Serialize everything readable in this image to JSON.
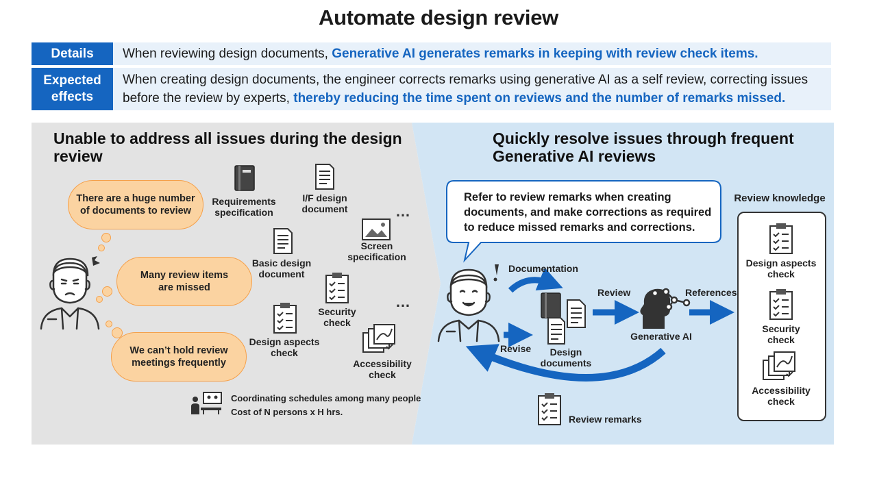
{
  "title": "Automate design review",
  "details": {
    "label": "Details",
    "text_plain": "When reviewing design documents, ",
    "text_highlight": "Generative AI generates remarks in keeping with review check items."
  },
  "effects": {
    "label_line1": "Expected",
    "label_line2": "effects",
    "line1": "When creating design documents, the engineer corrects remarks using generative AI as a self review, correcting issues",
    "line2_plain": "before the review by experts, ",
    "line2_highlight": "thereby reducing the time spent on reviews and the number of remarks missed."
  },
  "left": {
    "heading_line1": "Unable to address all issues during the design",
    "heading_line2": "review",
    "bubble1_line1": "There are a huge number",
    "bubble1_line2": "of documents to review",
    "bubble2_line1": "Many review items",
    "bubble2_line2": "are missed",
    "bubble3_line1": "We can’t hold review",
    "bubble3_line2": "meetings frequently",
    "docs": {
      "req_line1": "Requirements",
      "req_line2": "specification",
      "if_line1": "I/F design",
      "if_line2": "document",
      "screen_line1": "Screen",
      "screen_line2": "specification",
      "basic_line1": "Basic design",
      "basic_line2": "document",
      "security_line1": "Security",
      "security_line2": "check",
      "design_line1": "Design aspects",
      "design_line2": "check",
      "access_line1": "Accessibility",
      "access_line2": "check",
      "ellipsis": "…"
    },
    "meeting_line1": "Coordinating schedules among many people",
    "meeting_line2": "Cost of N persons x H hrs."
  },
  "right": {
    "heading_line1": "Quickly resolve issues through frequent",
    "heading_line2": "Generative AI reviews",
    "callout_line1": "Refer to review remarks when creating",
    "callout_line2": "documents, and make corrections as required",
    "callout_line3": "to reduce missed remarks and corrections.",
    "documentation": "Documentation",
    "review": "Review",
    "references": "References",
    "revise": "Revise",
    "design_docs_line1": "Design",
    "design_docs_line2": "documents",
    "gen_ai": "Generative AI",
    "review_remarks": "Review remarks",
    "knowledge": {
      "title": "Review knowledge",
      "design_line1": "Design aspects",
      "design_line2": "check",
      "security_line1": "Security",
      "security_line2": "check",
      "access_line1": "Accessibility",
      "access_line2": "check"
    }
  },
  "colors": {
    "accent_blue": "#1565c0",
    "left_bg": "#e3e3e3",
    "right_bg": "#d2e5f4",
    "bubble_fill": "#fbd3a1",
    "bubble_border": "#f5a04a",
    "highlight_text": "#1565c0"
  }
}
